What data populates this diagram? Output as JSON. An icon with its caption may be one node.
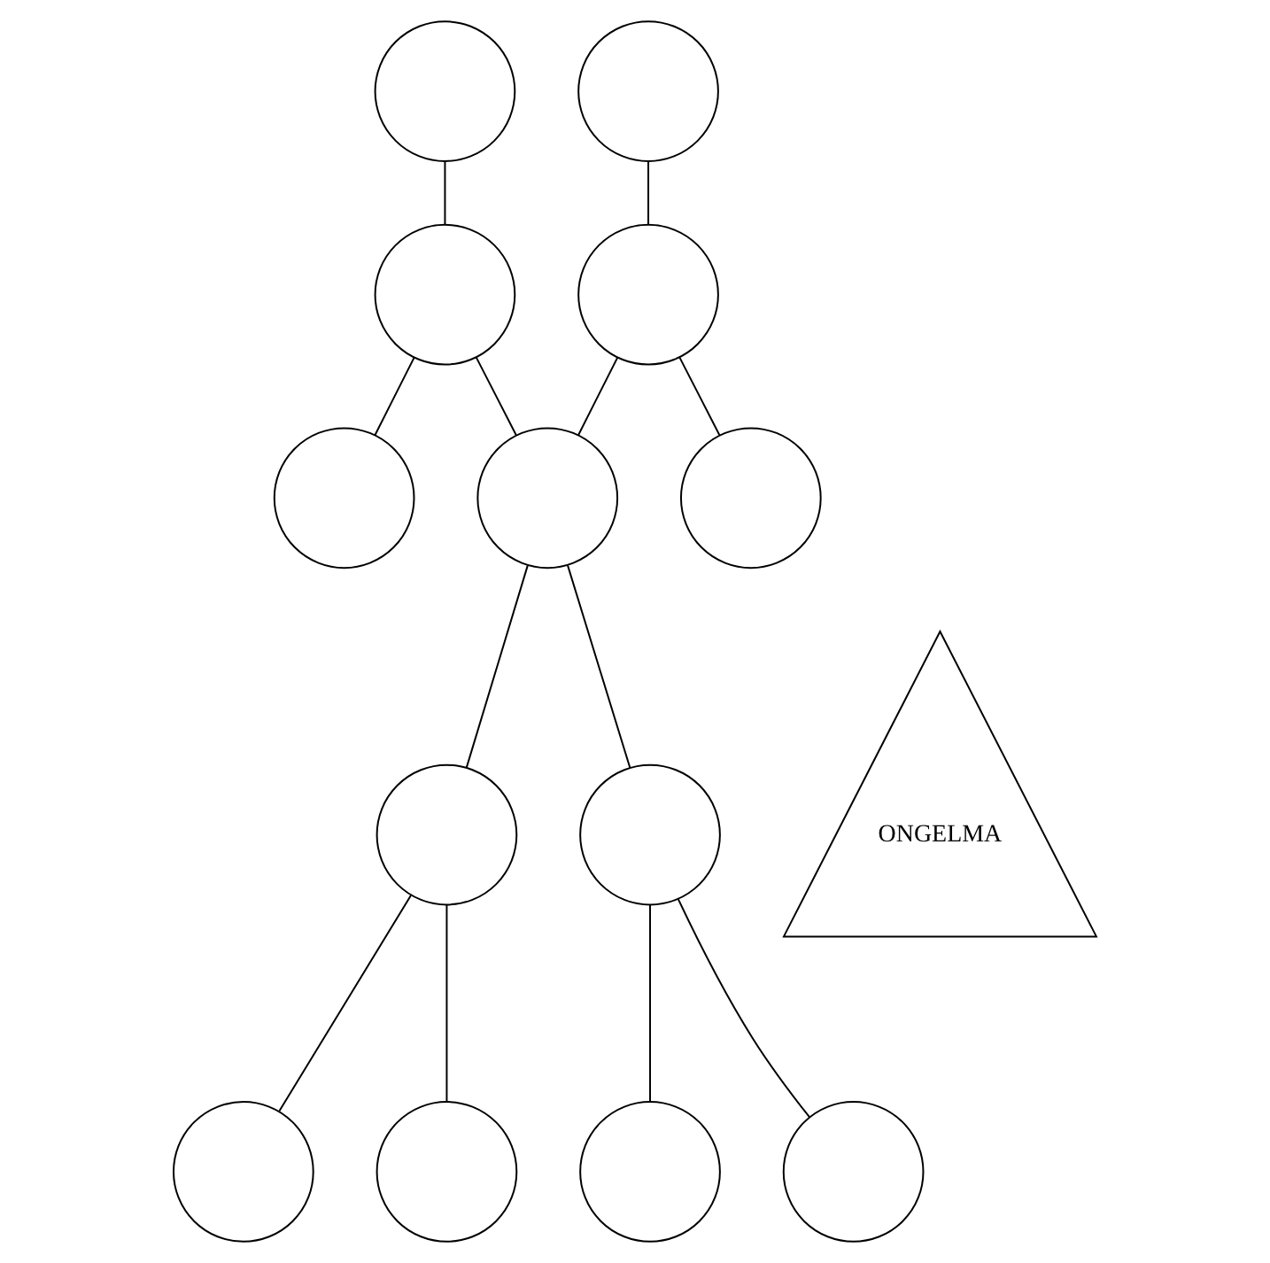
{
  "diagram": {
    "nodes": [
      {
        "text": [],
        "shape": "circle"
      },
      {
        "text": [],
        "shape": "circle"
      },
      {
        "text": [],
        "shape": "circle"
      },
      {
        "text": [],
        "shape": "circle"
      },
      {
        "text": [],
        "shape": "circle"
      },
      {
        "text": [],
        "shape": "circle"
      },
      {
        "text": [],
        "shape": "circle"
      },
      {
        "text": [
          "ONGELMA"
        ]
      },
      {
        "text": [],
        "shape": "circle"
      },
      {
        "text": [],
        "shape": "circle"
      },
      {
        "text": [],
        "shape": "circle"
      },
      {
        "text": [],
        "shape": "circle"
      },
      {
        "text": [],
        "shape": "circle"
      },
      {
        "text": [],
        "shape": "circle"
      }
    ],
    "edges": [
      {
        "from": 0,
        "to": 2,
        "arrow": "none"
      },
      {
        "from": 1,
        "to": 3,
        "arrow": "none"
      },
      {
        "from": 2,
        "to": 4,
        "arrow": "none"
      },
      {
        "from": 2,
        "to": 5,
        "arrow": "none"
      },
      {
        "from": 3,
        "to": 5,
        "arrow": "none"
      },
      {
        "from": 3,
        "to": 6,
        "arrow": "none"
      },
      {
        "from": 5,
        "to": 8,
        "arrow": "none"
      },
      {
        "from": 5,
        "to": 9,
        "arrow": "none"
      },
      {
        "from": 8,
        "to": 10,
        "arrow": "none"
      },
      {
        "from": 8,
        "to": 11,
        "arrow": "none"
      },
      {
        "from": 9,
        "to": 12,
        "arrow": "none"
      },
      {
        "from": 9,
        "to": 13,
        "arrow": "none"
      }
    ]
  }
}
